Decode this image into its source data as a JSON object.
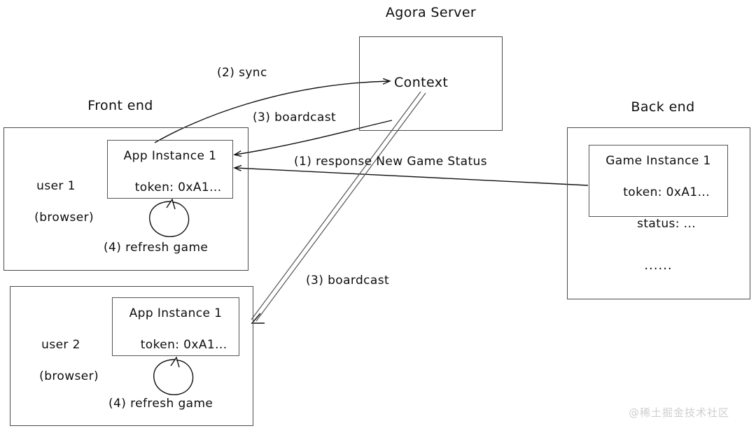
{
  "diagram": {
    "title_frontend": "Front end",
    "title_agora": "Agora Server",
    "title_backend": "Back end",
    "watermark": "@稀土掘金技术社区"
  },
  "agora": {
    "context_label": "Context"
  },
  "frontend": {
    "user1": {
      "user_line1": "user 1",
      "user_line2": "(browser)",
      "app_line1": "App Instance 1",
      "app_line2": "token: 0xA1...",
      "refresh_label": "(4) refresh game"
    },
    "user2": {
      "user_line1": "user 2",
      "user_line2": "(browser)",
      "app_line1": "App Instance 1",
      "app_line2": "token: 0xA1...",
      "refresh_label": "(4) refresh game"
    }
  },
  "backend": {
    "game_line1": "Game Instance 1",
    "game_line2": "token: 0xA1...",
    "game_line3": "status: ...",
    "ellipsis": "......"
  },
  "arrows": {
    "sync": "(2) sync",
    "broadcast_top": "(3) boardcast",
    "response": "(1) response New Game Status",
    "broadcast_bottom": "(3) boardcast"
  },
  "colors": {
    "stroke": "#4a4a4a",
    "text": "#0d0d0d",
    "watermark": "#cfcfcf",
    "background": "#ffffff"
  }
}
